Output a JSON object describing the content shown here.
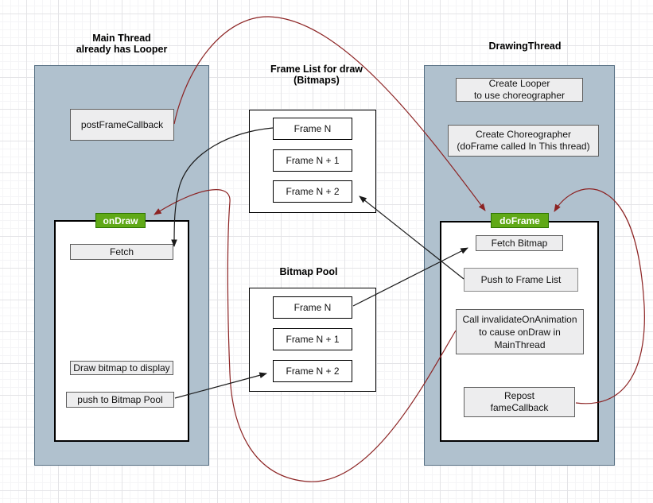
{
  "main_thread": {
    "title_line1": "Main Thread",
    "title_line2": "already has Looper",
    "post_frame_callback": "postFrameCallback",
    "on_draw_label": "onDraw",
    "fetch": "Fetch",
    "draw_bitmap_to_display": "Draw bitmap to display",
    "push_to_bitmap_pool": "push to Bitmap Pool"
  },
  "frame_list": {
    "title_line1": "Frame List for draw",
    "title_line2": "(Bitmaps)",
    "items": [
      "Frame N",
      "Frame N + 1",
      "Frame N + 2"
    ]
  },
  "bitmap_pool": {
    "title": "Bitmap Pool",
    "items": [
      "Frame N",
      "Frame N + 1",
      "Frame N + 2"
    ]
  },
  "drawing_thread": {
    "title": "DrawingThread",
    "create_looper_line1": "Create Looper",
    "create_looper_line2": "to use choreographer",
    "create_choreographer_line1": "Create Choreographer",
    "create_choreographer_line2": "(doFrame called In This thread)",
    "do_frame_label": "doFrame",
    "fetch_bitmap": "Fetch Bitmap",
    "push_to_frame_list": "Push to Frame List",
    "call_invalidate_line1": "Call invalidateOnAnimation",
    "call_invalidate_line2": "to cause onDraw in",
    "call_invalidate_line3": "MainThread",
    "repost_line1": "Repost",
    "repost_line2": "fameCallback"
  },
  "edges": [
    {
      "from": "postFrameCallback",
      "to": "doFrame",
      "color": "dark-red"
    },
    {
      "from": "Repost fameCallback",
      "to": "doFrame",
      "color": "dark-red"
    },
    {
      "from": "Call invalidateOnAnimation",
      "to": "onDraw",
      "color": "dark-red"
    },
    {
      "from": "Frame List / Frame N",
      "to": "Fetch",
      "color": "black"
    },
    {
      "from": "push to Bitmap Pool",
      "to": "Bitmap Pool / Frame N + 2",
      "color": "black"
    },
    {
      "from": "Push to Frame List",
      "to": "Frame List / Frame N + 2",
      "color": "black"
    },
    {
      "from": "Bitmap Pool / Frame N",
      "to": "Fetch Bitmap",
      "color": "black"
    }
  ],
  "colors": {
    "column_fill": "#b0c1ce",
    "column_border": "#566f83",
    "gray_box_fill": "#ededee",
    "gray_box_border": "#5f5f5f",
    "white_box_border": "#000000",
    "green_fill": "#60a917",
    "green_border": "#2d7600",
    "green_text": "#ffffff",
    "arrow_red": "#8c2323",
    "arrow_black": "#1a1a1a",
    "grid_minor": "#f5f5f7",
    "grid_major": "#e4e4e7"
  }
}
